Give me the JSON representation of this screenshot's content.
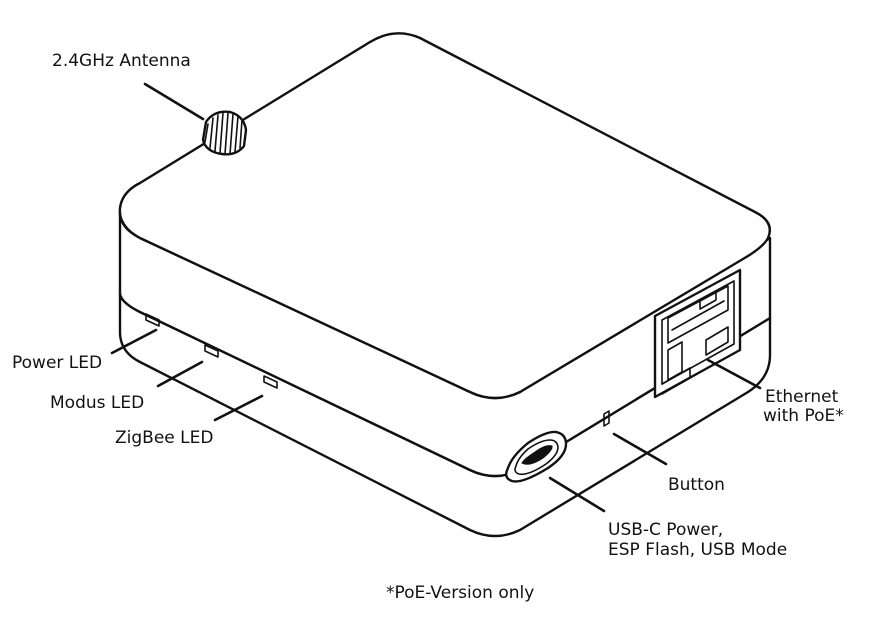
{
  "labels": {
    "antenna": "2.4GHz Antenna",
    "power_led": "Power LED",
    "modus_led": "Modus LED",
    "zigbee_led": "ZigBee LED",
    "ethernet_line1": "Ethernet",
    "ethernet_line2": "with PoE*",
    "button": "Button",
    "usbc_line1": "USB-C Power,",
    "usbc_line2": "ESP Flash, USB Mode"
  },
  "footnote": "*PoE-Version only",
  "icons": {
    "antenna": "antenna-connector-icon",
    "ethernet": "rj45-port-icon",
    "usb": "usb-c-port-icon",
    "led": "led-indicator-icon",
    "button": "pinhole-button-icon"
  },
  "colors": {
    "line": "#111111",
    "background": "#ffffff"
  }
}
